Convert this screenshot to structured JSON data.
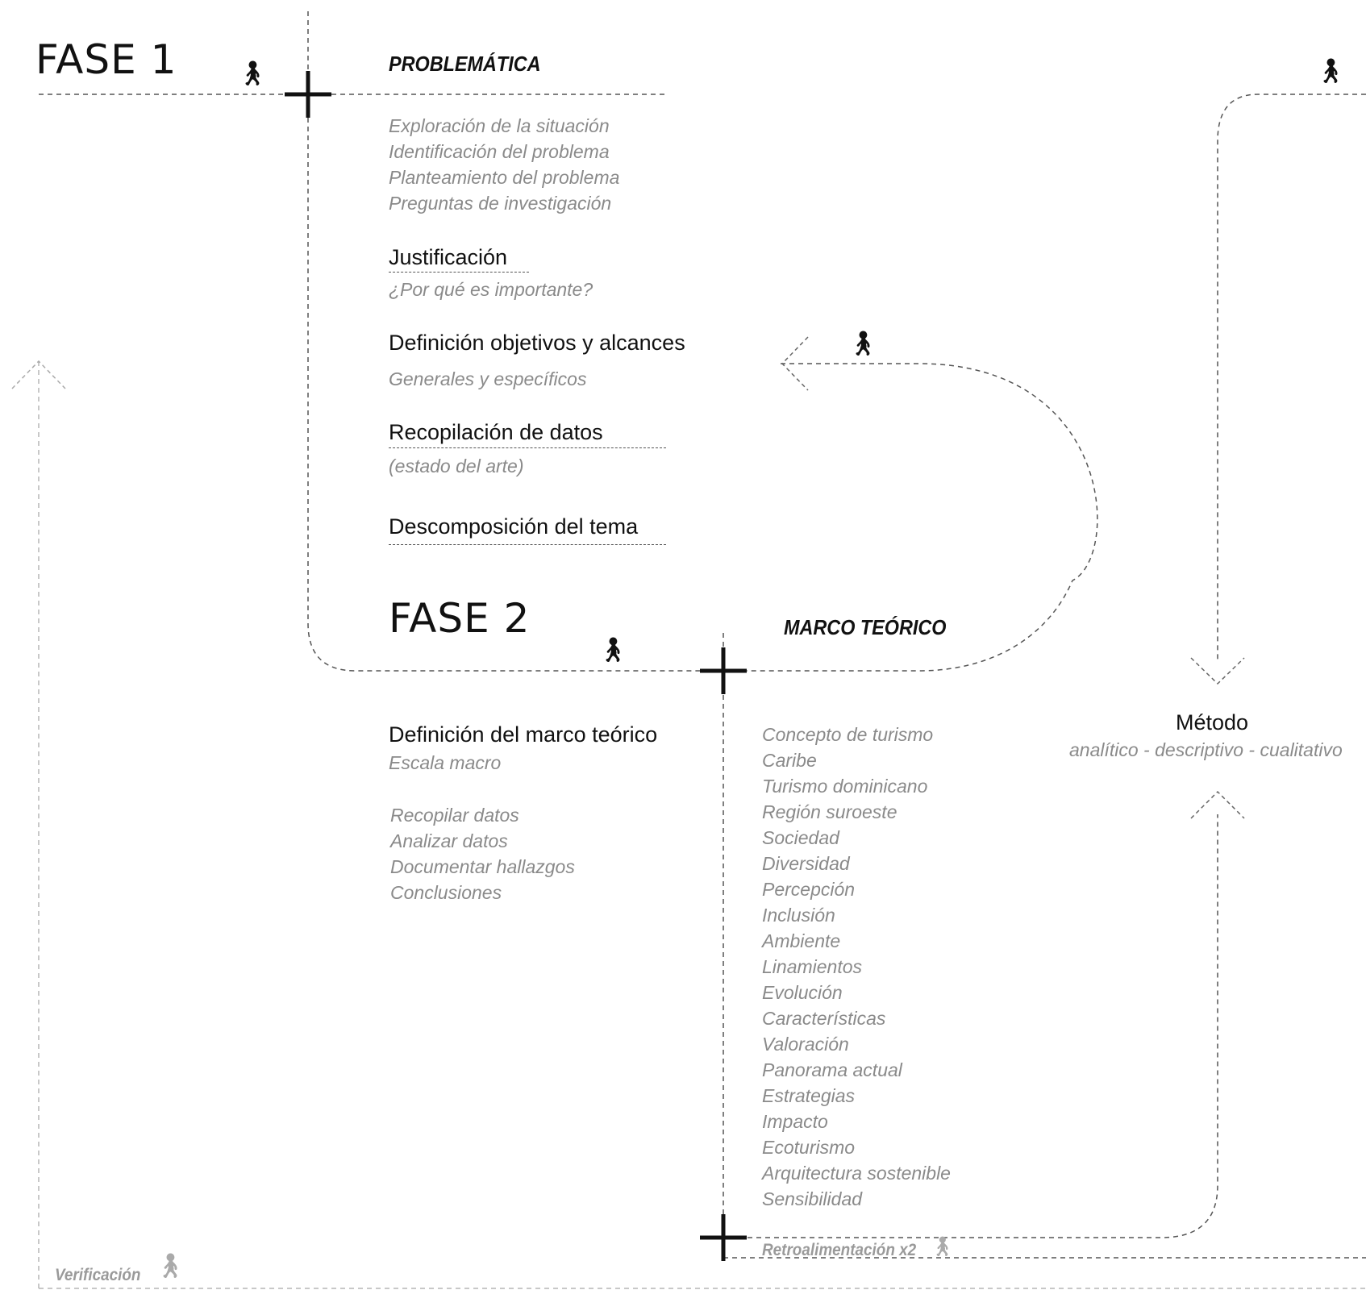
{
  "phase1": {
    "title": "FASE 1",
    "section": "PROBLEMÁTICA",
    "steps": [
      "Exploración de la situación",
      "Identificación del problema",
      "Planteamiento del problema",
      "Preguntas de investigación"
    ],
    "justificacion": {
      "title": "Justificación",
      "subtitle": "¿Por qué es importante?"
    },
    "objetivos": {
      "title": "Definición objetivos y alcances",
      "subtitle": "Generales y específicos"
    },
    "recopilacion": {
      "title": "Recopilación de datos",
      "subtitle": "(estado del arte)"
    },
    "descomposicion": {
      "title": "Descomposición del tema"
    }
  },
  "phase2": {
    "title": "FASE 2",
    "section": "MARCO TEÓRICO",
    "definicion": {
      "title": "Definición del marco teórico",
      "subtitle": "Escala macro"
    },
    "tasks": [
      "Recopilar datos",
      "Analizar datos",
      "Documentar hallazgos",
      "Conclusiones"
    ],
    "concepts": [
      "Concepto de turismo",
      "Caribe",
      "Turismo dominicano",
      "Región suroeste",
      "Sociedad",
      "Diversidad",
      "Percepción",
      "Inclusión",
      "Ambiente",
      "Linamientos",
      "Evolución",
      "Características",
      "Valoración",
      "Panorama actual",
      "Estrategias",
      "Impacto",
      "Ecoturismo",
      "Arquitectura sostenible",
      "Sensibilidad"
    ]
  },
  "metodo": {
    "title": "Método",
    "subtitle": "analítico - descriptivo - cualitativo"
  },
  "feedback_label": "Retroalimentación x2",
  "verification_label": "Verificación",
  "icons": {
    "walker": "walking-person-icon",
    "cross": "crosshair-marker"
  },
  "colors": {
    "ink": "#111111",
    "gray_text": "#8a8a8a",
    "dashed_line": "#555555",
    "light_line": "#b5b5b5"
  }
}
